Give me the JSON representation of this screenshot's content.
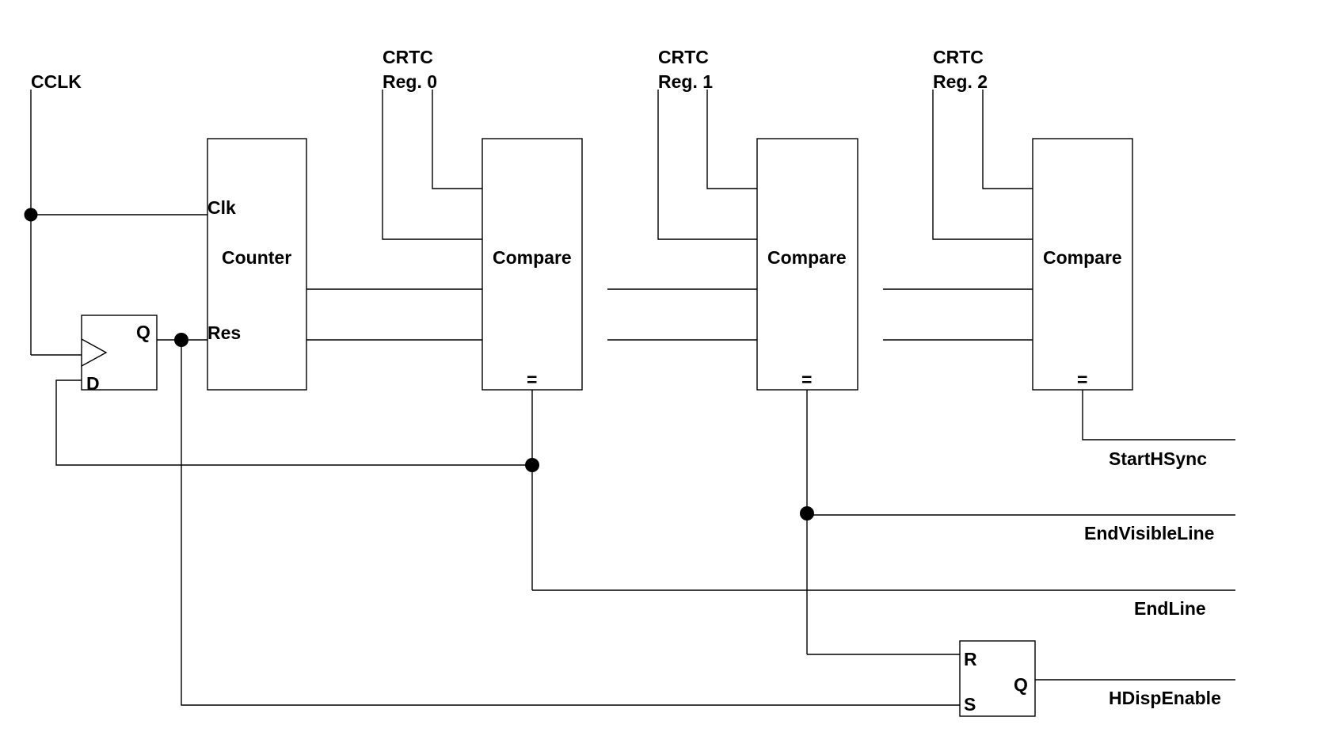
{
  "inputs": {
    "clock": "CCLK",
    "reg0_line1": "CRTC",
    "reg0_line2": "Reg. 0",
    "reg1_line1": "CRTC",
    "reg1_line2": "Reg. 1",
    "reg2_line1": "CRTC",
    "reg2_line2": "Reg. 2"
  },
  "counter": {
    "label": "Counter",
    "clk_pin": "Clk",
    "res_pin": "Res"
  },
  "dff": {
    "q_pin": "Q",
    "d_pin": "D"
  },
  "comparators": [
    {
      "label": "Compare",
      "eq": "="
    },
    {
      "label": "Compare",
      "eq": "="
    },
    {
      "label": "Compare",
      "eq": "="
    }
  ],
  "srff": {
    "r_pin": "R",
    "s_pin": "S",
    "q_pin": "Q"
  },
  "outputs": {
    "start_hsync": "StartHSync",
    "end_visible_line": "EndVisibleLine",
    "end_line": "EndLine",
    "hdisp_enable": "HDispEnable"
  },
  "colors": {
    "line": "#000000",
    "background": "#ffffff"
  }
}
